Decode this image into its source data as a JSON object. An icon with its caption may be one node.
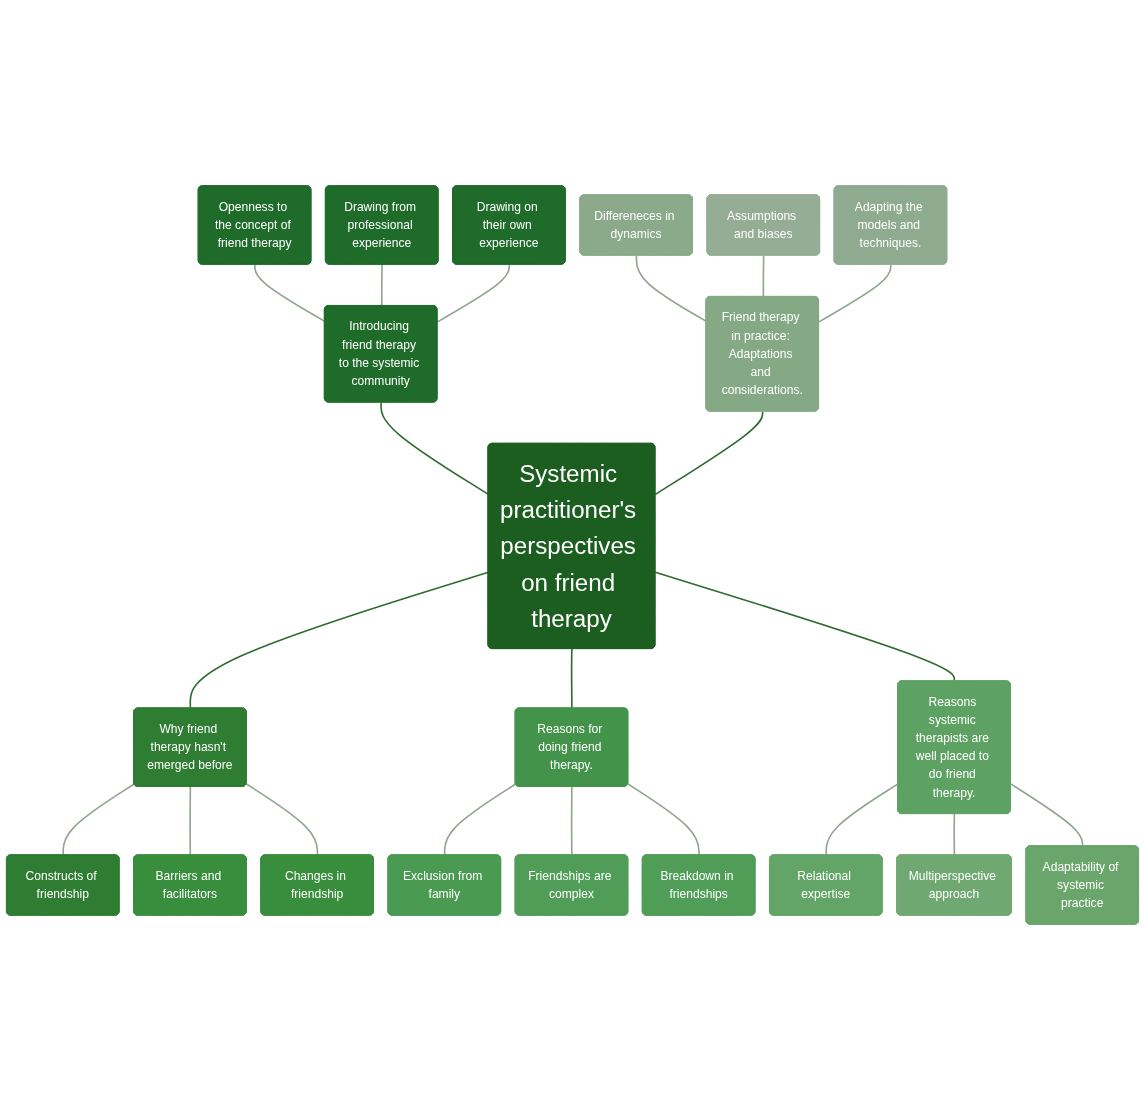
{
  "diagram": {
    "nodes": [
      {
        "text": [
          "Systemic practitioner's perspectives on friend therapy"
        ]
      },
      {
        "text": [
          "Introducing friend therapy to the systemic community"
        ]
      },
      {
        "text": [
          "Openness to the concept of friend therapy"
        ]
      },
      {
        "text": [
          "Drawing from professional experience"
        ]
      },
      {
        "text": [
          "Drawing on their own experience"
        ]
      },
      {
        "text": [
          "Why friend therapy hasn't emerged before"
        ]
      },
      {
        "text": [
          "Constructs of friendship"
        ]
      },
      {
        "text": [
          "Barriers and facilitators"
        ]
      },
      {
        "text": [
          "Changes in friendship"
        ]
      },
      {
        "text": [
          "Reasons for doing friend therapy."
        ]
      },
      {
        "text": [
          "Exclusion from family"
        ]
      },
      {
        "text": [
          "Friendships are complex"
        ]
      },
      {
        "text": [
          "Breakdown in friendships"
        ]
      },
      {
        "text": [
          "Reasons systemic therapists are well placed to do friend therapy."
        ]
      },
      {
        "text": [
          "Relational expertise"
        ]
      },
      {
        "text": [
          "Multiperspective approach"
        ]
      },
      {
        "text": [
          "Adaptability of systemic practice"
        ]
      },
      {
        "text": [
          "Friend therapy in practice: Adaptations and considerations."
        ]
      },
      {
        "text": [
          "Differeneces in dynamics"
        ]
      },
      {
        "text": [
          "Assumptions and biases"
        ]
      },
      {
        "text": [
          "Adapting the models and techniques."
        ]
      }
    ],
    "edges": [
      {
        "from": 0,
        "to": 1,
        "arrow": "none",
        "color": "#2e6b30"
      },
      {
        "from": 1,
        "to": 2,
        "arrow": "none"
      },
      {
        "from": 1,
        "to": 3,
        "arrow": "none"
      },
      {
        "from": 1,
        "to": 4,
        "arrow": "none"
      },
      {
        "from": 0,
        "to": 5,
        "arrow": "none",
        "color": "#2e6b30"
      },
      {
        "from": 5,
        "to": 6,
        "arrow": "none"
      },
      {
        "from": 5,
        "to": 7,
        "arrow": "none"
      },
      {
        "from": 5,
        "to": 8,
        "arrow": "none"
      },
      {
        "from": 0,
        "to": 9,
        "arrow": "none",
        "color": "#2e6b30"
      },
      {
        "from": 9,
        "to": 10,
        "arrow": "none"
      },
      {
        "from": 9,
        "to": 11,
        "arrow": "none"
      },
      {
        "from": 9,
        "to": 12,
        "arrow": "none"
      },
      {
        "from": 0,
        "to": 13,
        "arrow": "none",
        "color": "#2e6b30"
      },
      {
        "from": 13,
        "to": 14,
        "arrow": "none"
      },
      {
        "from": 13,
        "to": 15,
        "arrow": "none"
      },
      {
        "from": 13,
        "to": 16,
        "arrow": "none"
      },
      {
        "from": 0,
        "to": 17,
        "arrow": "none",
        "color": "#2e6b30"
      },
      {
        "from": 17,
        "to": 18,
        "arrow": "none"
      },
      {
        "from": 17,
        "to": 19,
        "arrow": "none"
      },
      {
        "from": 17,
        "to": 20,
        "arrow": "none"
      }
    ]
  }
}
